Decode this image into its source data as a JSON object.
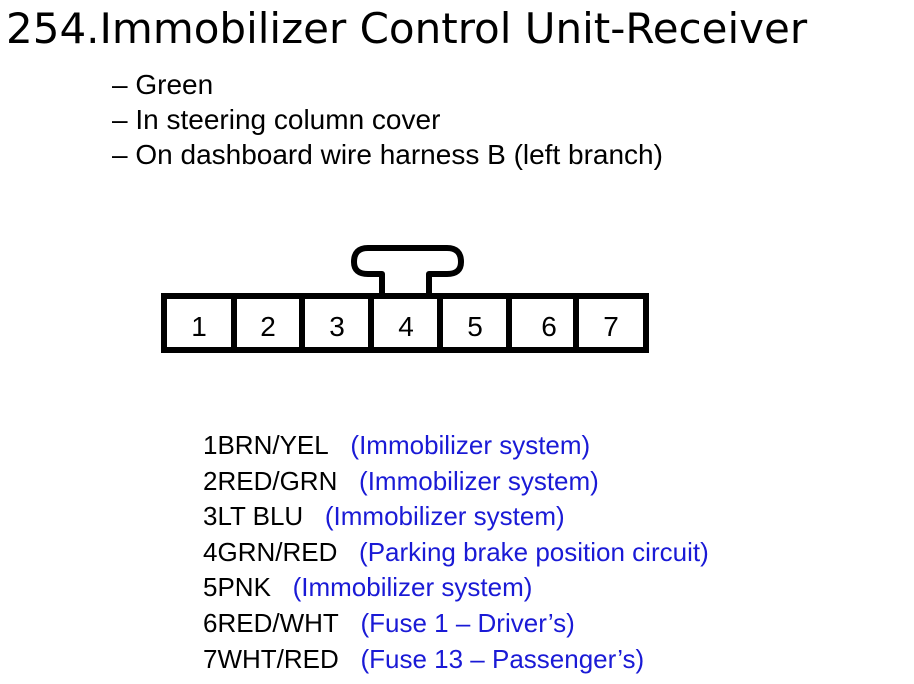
{
  "title": "254.Immobilizer Control Unit-Receiver",
  "bullets": [
    "Green",
    "In steering column cover",
    "On dashboard wire harness B (left branch)"
  ],
  "connector": {
    "pins": [
      "1",
      "2",
      "3",
      "4",
      "5",
      "6",
      "7"
    ]
  },
  "pin_list": [
    {
      "num": "1",
      "wire": "BRN/YEL",
      "desc": "(Immobilizer system)"
    },
    {
      "num": "2",
      "wire": "RED/GRN",
      "desc": "(Immobilizer system)"
    },
    {
      "num": "3",
      "wire": "LT BLU",
      "desc": "(Immobilizer system)"
    },
    {
      "num": "4",
      "wire": "GRN/RED",
      "desc": "(Parking brake position circuit)"
    },
    {
      "num": "5",
      "wire": "PNK",
      "desc": "(Immobilizer system)"
    },
    {
      "num": "6",
      "wire": "RED/WHT",
      "desc": "(Fuse 1 – Driver’s)"
    },
    {
      "num": "7",
      "wire": "WHT/RED",
      "desc": "(Fuse 13 – Passenger’s)"
    }
  ],
  "colors": {
    "description_text": "#1a1ad6",
    "text": "#000000"
  }
}
